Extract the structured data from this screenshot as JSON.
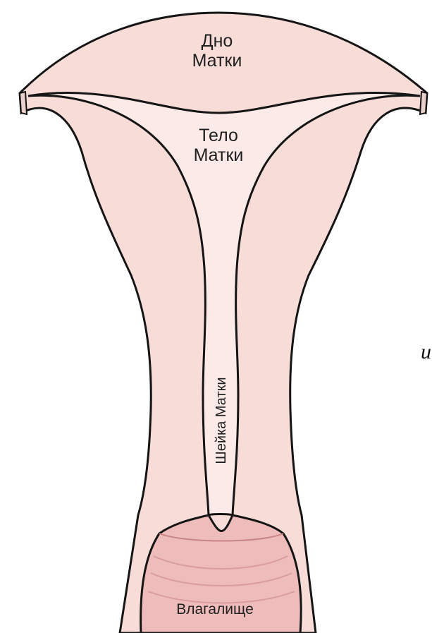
{
  "labels": {
    "fundus_line1": "Дно",
    "fundus_line2": "Матки",
    "body_line1": "Тело",
    "body_line2": "Матки",
    "cervix": "Шейка Матки",
    "vagina": "Влагалище",
    "edge_fragment": "и"
  },
  "colors": {
    "tissue": "#f7dcd8",
    "cavity": "#fbeae7",
    "vagina_wall": "#efbcbc",
    "outline": "#151515"
  }
}
